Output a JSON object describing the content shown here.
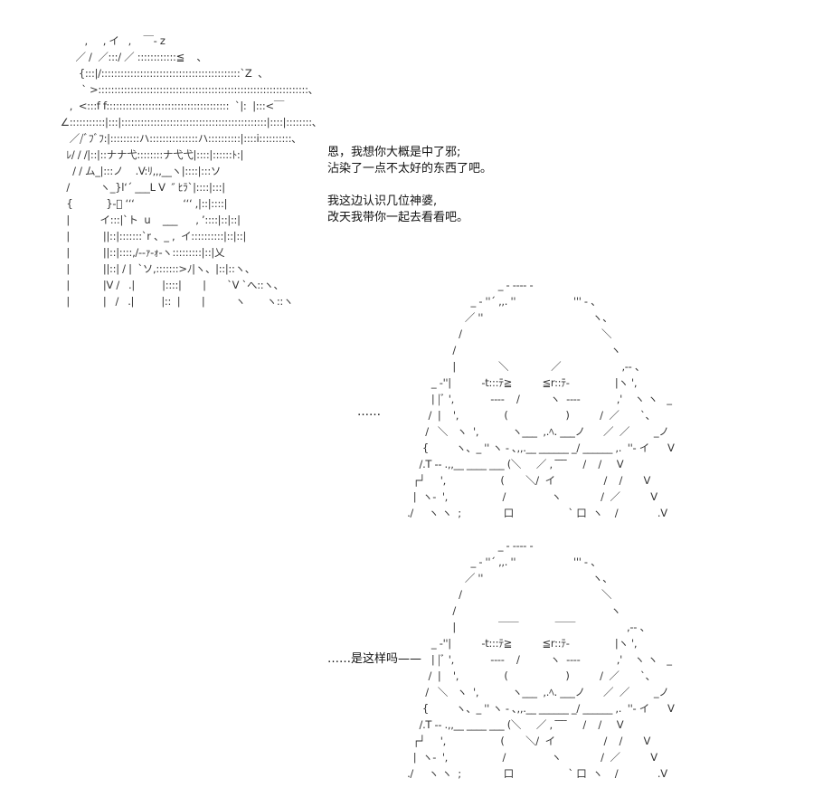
{
  "left_art": [
    "          ,     , イ   ,    ￣‐ z",
    "       ／ /  ／:::/ ／ ::::::::::::≦    、",
    "        {:::|/:::::::::::::::::::::::::::::::::::::::::::`Z  、",
    "         ` >:::::::::::::::::::::::::::::::::::::::::::::::::::::::::::::::::、",
    "     ,  <:::f f::::::::::::::::::::::::::::::::::::::  `|:  |:::<￣",
    "  ∠:::::::::::|:::|:::::::::::::::::::::::::::::::::::::::::::::|::::|::::::::、",
    "     ／/ﾞﾌﾞﾌ:|:::::::::ハ:::::::::::::::ハ::::::::::|::::i::::::::::、",
    "    ﾚ/ / /|::|::ナナ弋::::::::ナ弋弋|::::|::::::ﾄ:|",
    "      / / ム_|:::ノ    .V:ﾘ,,,__ヽ|::::|:::ソ",
    "    /          ヽ_}l‘´ ___L V  ″ ﾋﾗ`|::::|:::|",
    "    {           }‐ﾞ ‘‘‘                ‘‘‘ ,|::|::::|",
    "    |          イ:::|`ト  u    ___      , ’::::|::|::|",
    "    |           ||::|:::::::`r 、_ ,  イ::::::::::|::|::|",
    "    |           ||::|::::,/‐‐ｧ‐ｫ‐ヽ:::::::::|::|乂",
    "    |           ||::| / |  `ソ,:::::::>ﾉ|ヽ、|::|::ヽ、",
    "    |           |V /   .|         |::::|       |       `V `へ::ヽ、",
    "    |           |   /   .|         |::  |       |          ヽ       ヽ::ヽ"
  ],
  "speech_1": [
    "恩，我想你大概是中了邪;",
    "沾染了一点不太好的东西了吧。",
    "",
    "我这边认识几位神婆,",
    "改天我带你一起去看看吧。"
  ],
  "ellipsis": "……",
  "speech_2": "……是这样吗——",
  "face_art_1": [
    "                                 _ ‐ ‐‐‐‐ ‐",
    "                        _ ‐ ''´ ,,. ''                   ''' ‐ 、",
    "                      ／ ''                                    ヽ、",
    "                    /                                              ＼",
    "                  /                                                   ヽ",
    "                  |              ＼              ／                    ,‐‐ 、",
    "           _ ‐''|          ‐t:::ﾃ≧          ≦r::ﾃ‐               |ヽ ',",
    "           | |ﾞ ',            ‐‐‐‐    /          ヽ  ‐‐‐‐            ,'    ヽ ヽ   _",
    "          /  |    ',               (                   )          /  ／       `、",
    "         /   ＼   ヽ  ',           ヽ___  ,.ﾍ. ___ノ      ／  ／        _ノ",
    "        {         ヽ、_ '' ヽ ‐ ､,,.__ ______ _/ ______ ,.  ''‐ イ      V",
    "       /.T ‐‐ .,,__ ____ ___ (＼     ／ ,  ̄ ̄ ̄ ̄     /    /     V",
    "     ┌┘     ',                  (       ＼/  イ                /    /       V",
    "     |  ヽ‐  ',                  /               ヽ             /  ／          V",
    "   ./     ヽ ヽ  ;              口                  ` 口  ヽ    /             .V"
  ],
  "face_art_2": [
    "                                 _ ‐ ‐‐‐‐ ‐",
    "                        _ ‐ ''´ ,,. ''                   ''' ‐ 、",
    "                      ／ ''                                    ヽ、",
    "                    /                                              ＼",
    "                  /                                                   ヽ",
    "                  |              ￣￣            ￣￣                 ,‐‐ 、",
    "           _ ‐''|          ‐t:::ﾃ≧          ≦r::ﾃ‐               |ヽ ',",
    "           | |ﾞ ',            ‐‐‐‐    /          ヽ  ‐‐‐‐            ,'    ヽ ヽ   _",
    "          /  |    ',               (                   )          /  ／       `、",
    "         /   ＼   ヽ  ',           ヽ___  ,.ﾍ. ___ノ      ／  ／        _ノ",
    "        {         ヽ、_ '' ヽ ‐ ､,,.__ ______ _/ ______ ,.  ''‐ イ      V",
    "       /.T ‐‐ .,,__ ____ ___ (＼     ／ ,  ̄ ̄ ̄ ̄     /    /     V",
    "     ┌┘     ',                  (       ＼/  イ                /    /       V",
    "     |  ヽ‐  ',                  /               ヽ             /  ／          V",
    "   ./     ヽ ヽ  ;              口                  ` 口  ヽ    /             .V"
  ]
}
